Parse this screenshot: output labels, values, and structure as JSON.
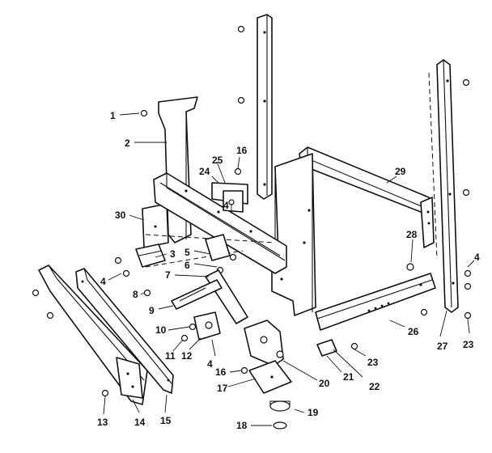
{
  "callouts": {
    "c1": "1",
    "c2": "2",
    "c3": "3",
    "c4a": "4",
    "c4b": "4",
    "c4c": "4",
    "c4d": "4",
    "c5": "5",
    "c6": "6",
    "c7": "7",
    "c8": "8",
    "c9": "9",
    "c10": "10",
    "c11": "11",
    "c12": "12",
    "c13": "13",
    "c14": "14",
    "c15": "15",
    "c16a": "16",
    "c16b": "16",
    "c17": "17",
    "c18": "18",
    "c19": "19",
    "c20": "20",
    "c21": "21",
    "c22": "22",
    "c23a": "23",
    "c23b": "23",
    "c24": "24",
    "c25": "25",
    "c26": "26",
    "c27": "27",
    "c28": "28",
    "c29": "29",
    "c30": "30"
  },
  "colors": {
    "line": "#111111",
    "background": "#ffffff"
  }
}
